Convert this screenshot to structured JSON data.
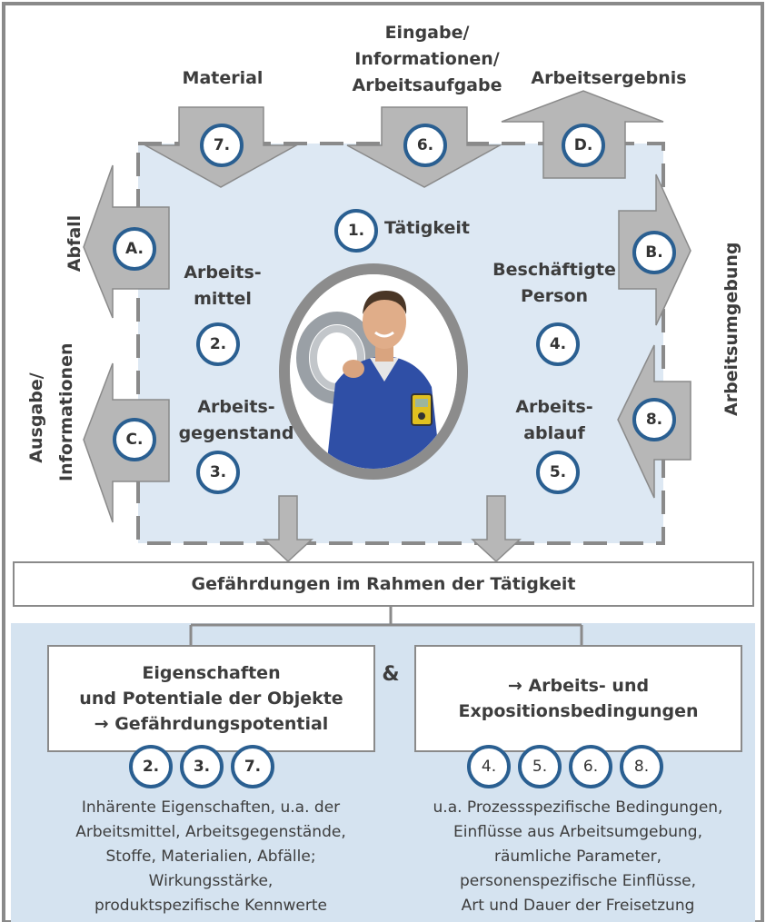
{
  "inputs": {
    "material": {
      "label": "Material",
      "badge": "7."
    },
    "eingabe": {
      "line1": "Eingabe/",
      "line2": "Informationen/",
      "line3": "Arbeitsaufgabe",
      "badge": "6."
    }
  },
  "outputs": {
    "arbeitsergebnis": {
      "label": "Arbeitsergebnis",
      "badge": "D."
    },
    "abfall": {
      "label": "Abfall",
      "badge": "A."
    },
    "ausgabe": {
      "line1": "Ausgabe/",
      "line2": "Informationen",
      "badge": "C."
    },
    "arbeitsumgebung_out": {
      "badge": "B."
    }
  },
  "side_right": {
    "label": "Arbeitsumgebung",
    "badge": "8."
  },
  "system": {
    "taetigkeit": {
      "badge": "1.",
      "label": "Tätigkeit"
    },
    "arbeitsmittel": {
      "line1": "Arbeits-",
      "line2": "mittel",
      "badge": "2."
    },
    "arbeitsgegenstand": {
      "line1": "Arbeits-",
      "line2": "gegenstand",
      "badge": "3."
    },
    "person": {
      "line1": "Beschäftigte",
      "line2": "Person",
      "badge": "4."
    },
    "arbeitsablauf": {
      "line1": "Arbeits-",
      "line2": "ablauf",
      "badge": "5."
    }
  },
  "hazards": {
    "title": "Gefährdungen im Rahmen der Tätigkeit"
  },
  "ampersand": "&",
  "left_box": {
    "line1": "Eigenschaften",
    "line2": "und Potentiale der Objekte",
    "line3": "→ Gefährdungspotential",
    "badges": [
      "2.",
      "3.",
      "7."
    ],
    "desc": [
      "Inhärente Eigenschaften, u.a. der",
      "Arbeitsmittel, Arbeitsgegenstände,",
      "Stoffe, Materialien, Abfälle;",
      "Wirkungsstärke,",
      "produktspezifische Kennwerte"
    ]
  },
  "right_box": {
    "line1": "→ Arbeits- und",
    "line2": "Expositionsbedingungen",
    "badges": [
      "4.",
      "5.",
      "6.",
      "8."
    ],
    "desc": [
      "u.a. Prozessspezifische Bedingungen,",
      "Einflüsse aus Arbeitsumgebung,",
      "räumliche Parameter,",
      "personenspezifische Einflüsse,",
      "Art und Dauer der Freisetzung"
    ]
  },
  "colors": {
    "frame": "#8a8a8a",
    "system_fill": "#dde8f3",
    "lower_fill": "#d5e3f0",
    "arrow_fill": "#b7b7b7",
    "badge_ring": "#2a5f91"
  }
}
